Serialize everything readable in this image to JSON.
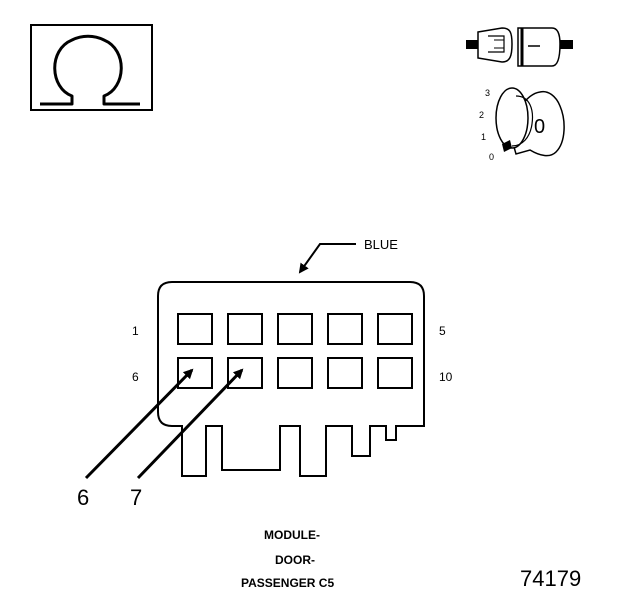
{
  "icons": {
    "ohmmeter": "ohm-symbol-icon",
    "connector_plug": "connector-plug-icon",
    "ignition_key": "ignition-key-icon"
  },
  "ignition": {
    "positions": [
      "3",
      "2",
      "1",
      "0"
    ],
    "key_label": "0"
  },
  "connector": {
    "color_label": "BLUE",
    "row_labels": {
      "top_left": "1",
      "top_right": "5",
      "bottom_left": "6",
      "bottom_right": "10"
    },
    "probe_pins": [
      "6",
      "7"
    ],
    "caption_lines": [
      "MODULE-",
      "DOOR-",
      "PASSENGER C5"
    ]
  },
  "figure_number": "74179"
}
